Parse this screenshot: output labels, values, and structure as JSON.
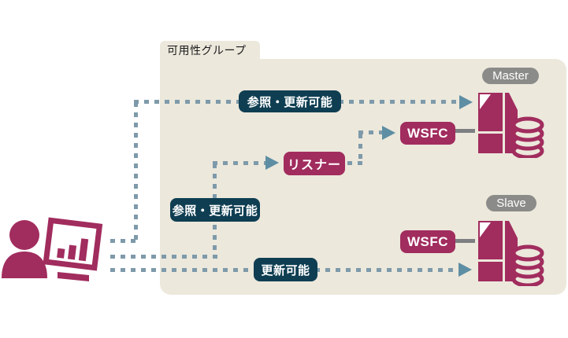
{
  "colors": {
    "maroon": "#a12c5e",
    "label_teal": "#0f3e52",
    "dash_blue": "#7e9aaa",
    "arrow_teal": "#5e8ea3",
    "panel_beige": "#ece8dc",
    "pill_gray": "#8b8b89",
    "connector_gray": "#7d7f82",
    "text_dark": "#1a1a1a",
    "background": "#ffffff"
  },
  "group": {
    "label": "可用性グループ"
  },
  "flows": {
    "read_update_master": {
      "label": "参照・更新可能"
    },
    "read_update_listener": {
      "label": "参照・更新可能"
    },
    "update_slave": {
      "label": "更新可能"
    }
  },
  "nodes": {
    "listener": {
      "label": "リスナー"
    },
    "wsfc_master": {
      "label": "WSFC"
    },
    "wsfc_slave": {
      "label": "WSFC"
    },
    "master_tag": {
      "label": "Master"
    },
    "slave_tag": {
      "label": "Slave"
    }
  },
  "icons": {
    "user": "user-with-monitor-icon",
    "master_server": "server-with-database-icon",
    "slave_server": "server-with-database-icon",
    "arrowhead": "arrowhead-right-icon"
  }
}
